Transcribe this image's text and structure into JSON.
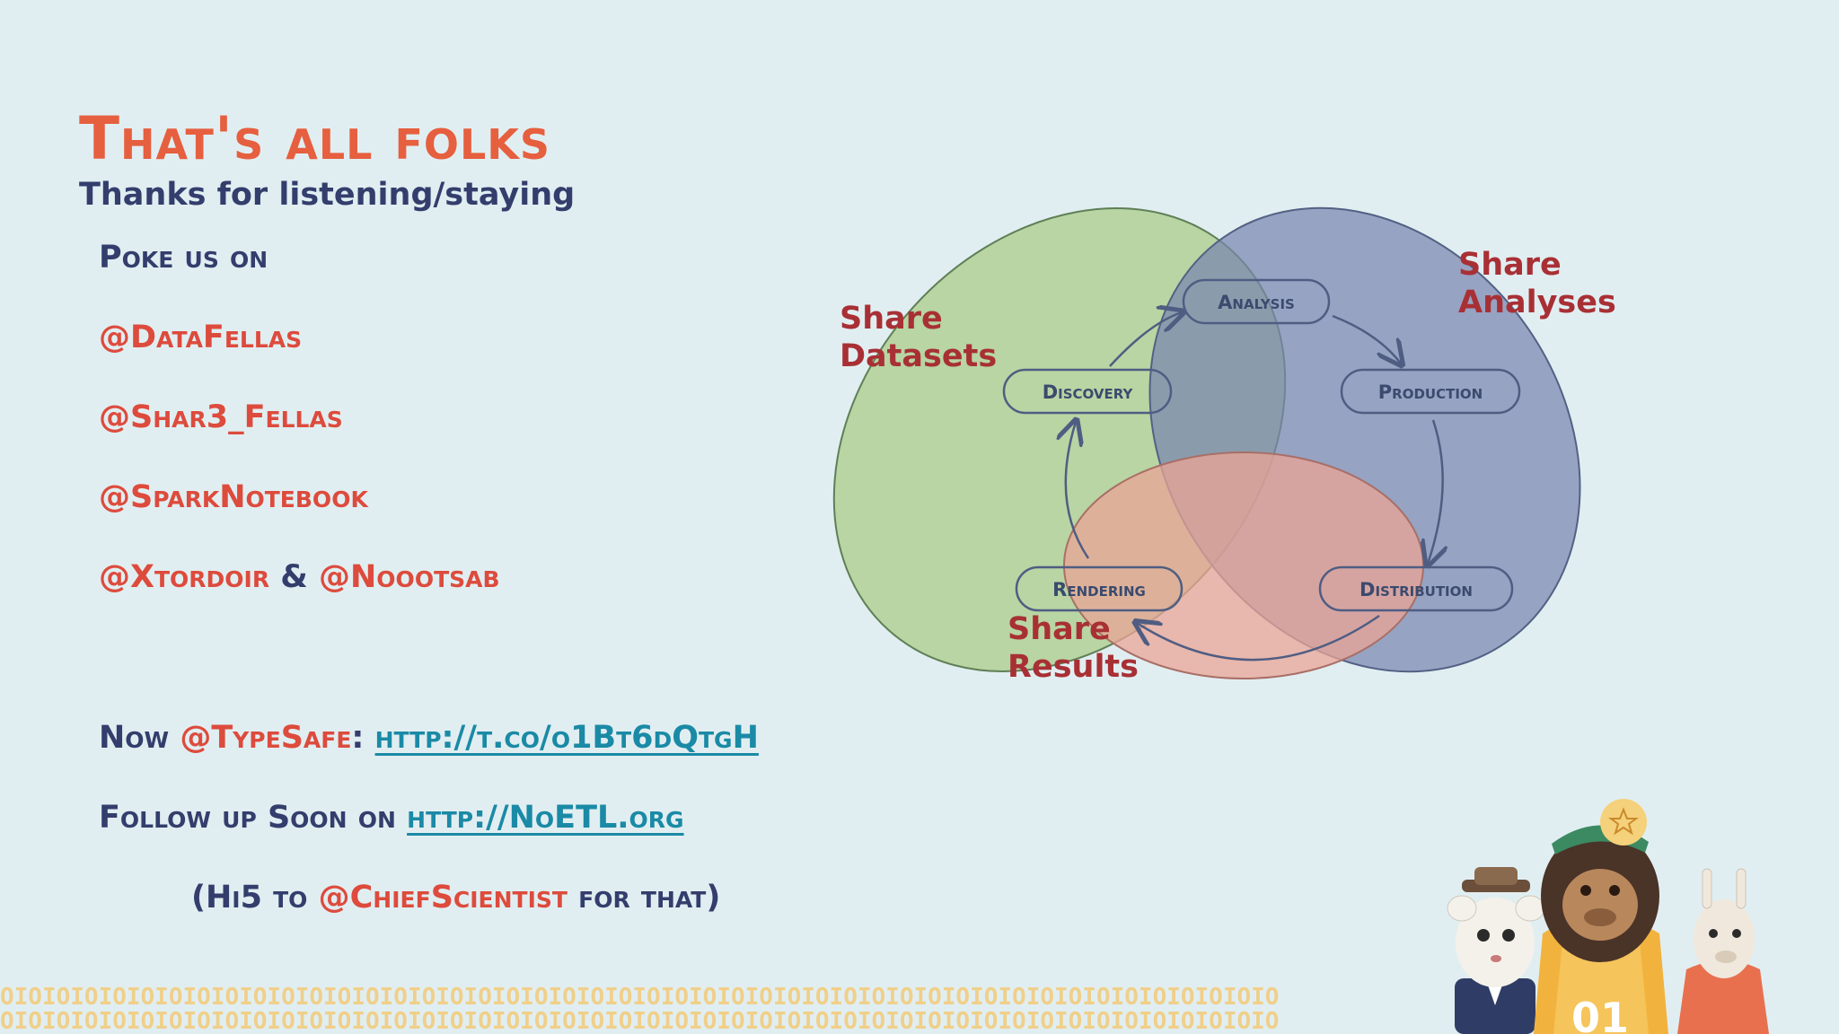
{
  "slide": {
    "title": "That's all folks",
    "subtitle": "Thanks for listening/staying",
    "poke": "Poke us on",
    "handles": [
      "@DataFellas",
      "@Shar3_Fellas",
      "@SparkNotebook"
    ],
    "handle_pair": {
      "first": "@Xtordoir",
      "amp": "&",
      "second": "@Noootsab"
    },
    "now": {
      "label": "Now",
      "company": "@TypeSafe",
      "colon": ":",
      "url": "http://t.co/o1Bt6dQtgH"
    },
    "follow": {
      "label": "Follow up Soon on",
      "url": "http://NoETL.org"
    },
    "hi5": {
      "open": "(Hi5 to",
      "handle": "@ChiefScientist",
      "close": "for that)"
    }
  },
  "diagram": {
    "stages": [
      "Analysis",
      "Production",
      "Distribution",
      "Rendering",
      "Discovery"
    ],
    "share_labels": {
      "datasets": [
        "Share",
        "Datasets"
      ],
      "analyses": [
        "Share",
        "Analyses"
      ],
      "results": [
        "Share",
        "Results"
      ]
    },
    "colors": {
      "green": "#a7cc85",
      "blue": "#7887b0",
      "pink": "#eaa496",
      "stage_text": "#3b4a6e"
    }
  },
  "footer": {
    "pattern": "OIOIOIOIOIOIOIOIOIOIOIOIOIOIOIOIOIOIOIOIOIOIOIOIOIOIOIOIOIOIOIOIOIOIOIOIOIOIOIOIOIOIOIOIOIO"
  },
  "mascots": {
    "jersey_number": "01"
  }
}
